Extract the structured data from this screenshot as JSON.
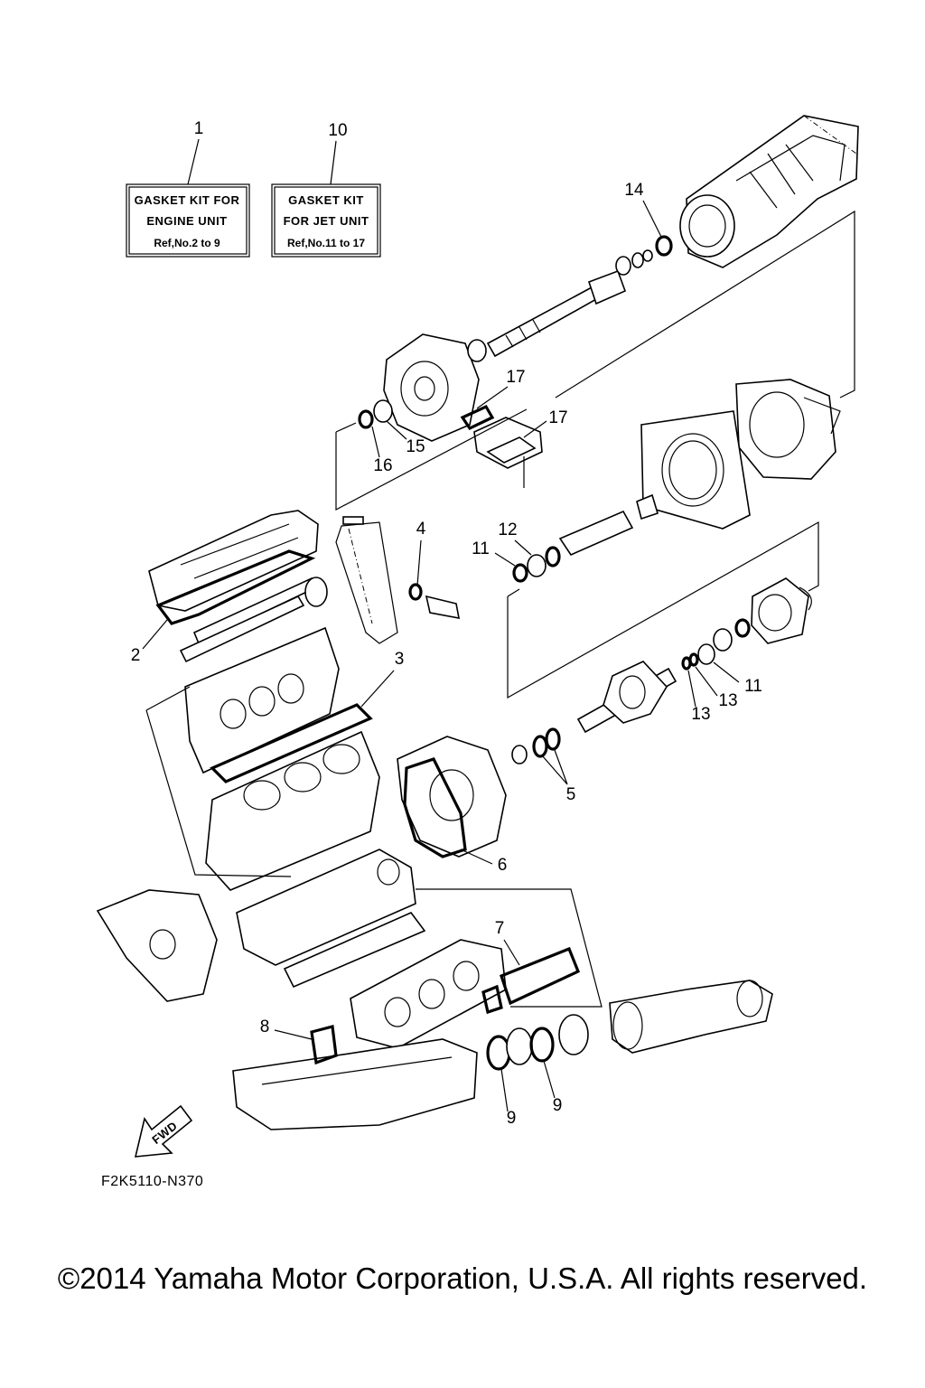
{
  "kits": [
    {
      "ref": "1",
      "lines": [
        "GASKET KIT FOR",
        "ENGINE UNIT",
        "Ref,No.2 to 9"
      ]
    },
    {
      "ref": "10",
      "lines": [
        "GASKET KIT",
        "FOR JET UNIT",
        "Ref,No.11 to 17"
      ]
    }
  ],
  "callouts": {
    "c2": "2",
    "c3": "3",
    "c4": "4",
    "c5": "5",
    "c6": "6",
    "c7": "7",
    "c8": "8",
    "c9a": "9",
    "c9b": "9",
    "c11a": "11",
    "c11b": "11",
    "c12": "12",
    "c13a": "13",
    "c13b": "13",
    "c14": "14",
    "c15": "15",
    "c16": "16",
    "c17a": "17",
    "c17b": "17"
  },
  "fwd_label": "FWD",
  "diagram_code": "F2K5110-N370",
  "copyright": "©2014 Yamaha Motor Corporation, U.S.A. All rights reserved."
}
